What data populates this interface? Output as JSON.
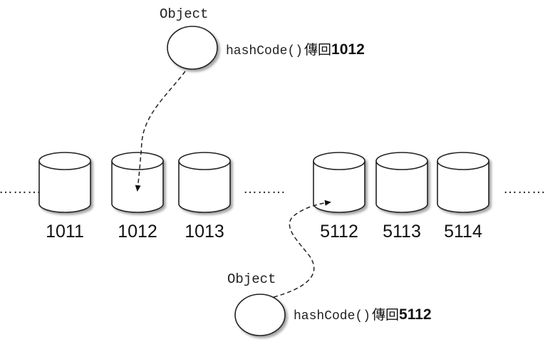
{
  "diagram": {
    "ellipsis": "………",
    "buckets": [
      {
        "label": "1011"
      },
      {
        "label": "1012"
      },
      {
        "label": "1013"
      },
      {
        "label": "5112"
      },
      {
        "label": "5113"
      },
      {
        "label": "5114"
      }
    ],
    "objects": [
      {
        "name": "Object",
        "method": "hashCode()",
        "returns_text": "傳回",
        "value": "1012"
      },
      {
        "name": "Object",
        "method": "hashCode()",
        "returns_text": "傳回",
        "value": "5112"
      }
    ]
  }
}
